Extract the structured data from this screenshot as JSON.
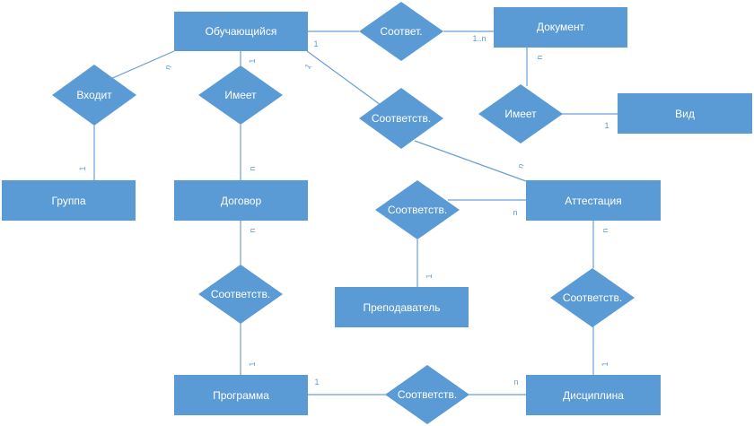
{
  "entities": {
    "student": "Обучающийся",
    "document": "Документ",
    "type": "Вид",
    "group": "Группа",
    "contract": "Договор",
    "attestation": "Аттестация",
    "teacher": "Преподаватель",
    "program": "Программа",
    "discipline": "Дисциплина"
  },
  "relationships": {
    "student_document": "Соответ.",
    "student_group": "Входит",
    "student_contract": "Имеет",
    "student_attestation": "Соответств.",
    "document_type": "Имеет",
    "attestation_teacher": "Соответств.",
    "contract_program": "Соответств.",
    "attestation_discipline": "Соответств.",
    "program_discipline": "Соответств."
  },
  "cardinalities": {
    "student_doc": "1",
    "doc_student": "1..n",
    "doc_type": "n",
    "type_doc": "1",
    "student_group": "n",
    "group_student": "1",
    "student_contract": "1",
    "contract_student": "n",
    "student_att": "1",
    "att_student": "n",
    "att_teacher": "n",
    "teacher_att": "1",
    "contract_program": "n",
    "program_contract": "1",
    "att_discipline": "n",
    "discipline_att": "1",
    "program_discipline": "1",
    "discipline_program": "n"
  },
  "colors": {
    "fill": "#5b9bd5",
    "line": "#6a9fd3",
    "text": "#ffffff"
  }
}
